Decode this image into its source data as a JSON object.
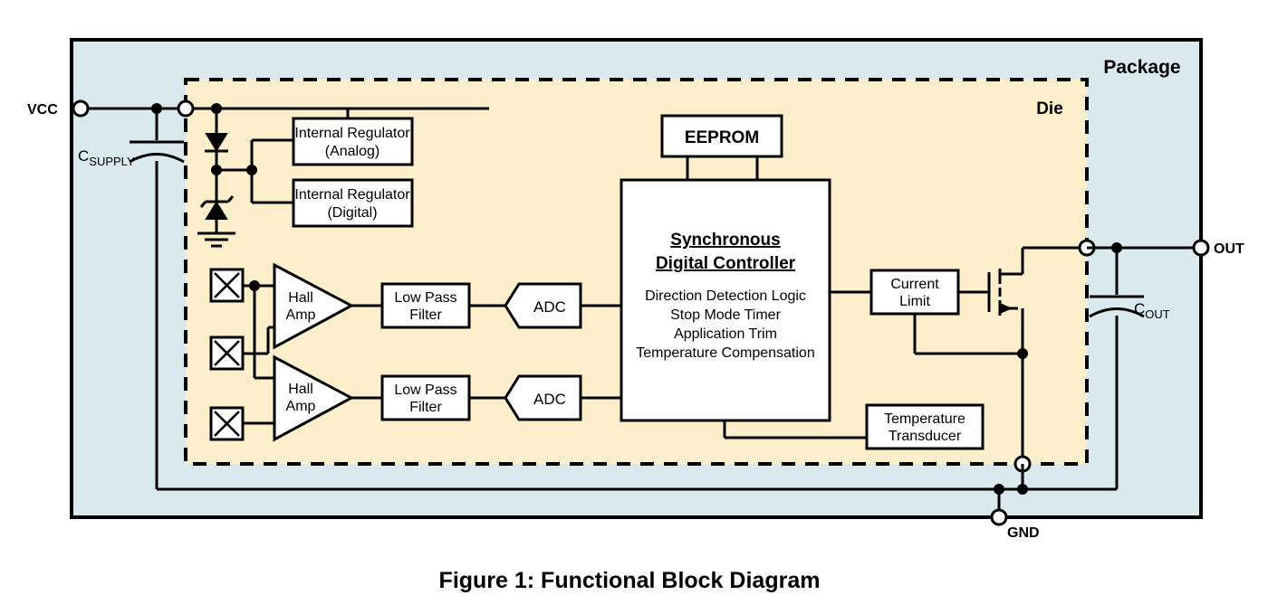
{
  "figure": {
    "caption": "Figure 1: Functional Block Diagram",
    "package_label": "Package",
    "die_label": "Die"
  },
  "colors": {
    "package_fill": "#dae9ee",
    "die_fill": "#fdefcc",
    "block_fill": "#ffffff",
    "line": "#000000"
  },
  "pins": [
    {
      "name": "VCC",
      "label": "VCC"
    },
    {
      "name": "OUT",
      "label": "OUT"
    },
    {
      "name": "GND",
      "label": "GND"
    }
  ],
  "external_components": [
    {
      "name": "c-supply",
      "label_main": "C",
      "label_sub": "SUPPLY"
    },
    {
      "name": "c-out",
      "label_main": "C",
      "label_sub": "OUT"
    }
  ],
  "blocks": {
    "internal_regulator_analog": {
      "line1": "Internal Regulator",
      "line2": "(Analog)"
    },
    "internal_regulator_digital": {
      "line1": "Internal Regulator",
      "line2": "(Digital)"
    },
    "eeprom": {
      "label": "EEPROM"
    },
    "controller": {
      "title_line1": "Synchronous",
      "title_line2": "Digital Controller",
      "features": [
        "Direction Detection Logic",
        "Stop Mode Timer",
        "Application Trim",
        "Temperature Compensation"
      ]
    },
    "hall_amp_1": {
      "line1": "Hall",
      "line2": "Amp"
    },
    "hall_amp_2": {
      "line1": "Hall",
      "line2": "Amp"
    },
    "low_pass_filter_1": {
      "line1": "Low Pass",
      "line2": "Filter"
    },
    "low_pass_filter_2": {
      "line1": "Low Pass",
      "line2": "Filter"
    },
    "adc_1": {
      "label": "ADC"
    },
    "adc_2": {
      "label": "ADC"
    },
    "current_limit": {
      "line1": "Current",
      "line2": "Limit"
    },
    "temperature_transducer": {
      "line1": "Temperature",
      "line2": "Transducer"
    }
  },
  "hall_elements": [
    {
      "name": "hall-element-1"
    },
    {
      "name": "hall-element-2"
    },
    {
      "name": "hall-element-3"
    }
  ],
  "symbols": {
    "diode": "diode-symbol",
    "zener": "zener-diode-symbol",
    "ground": "ground-symbol",
    "mosfet": "n-mosfet-symbol"
  }
}
